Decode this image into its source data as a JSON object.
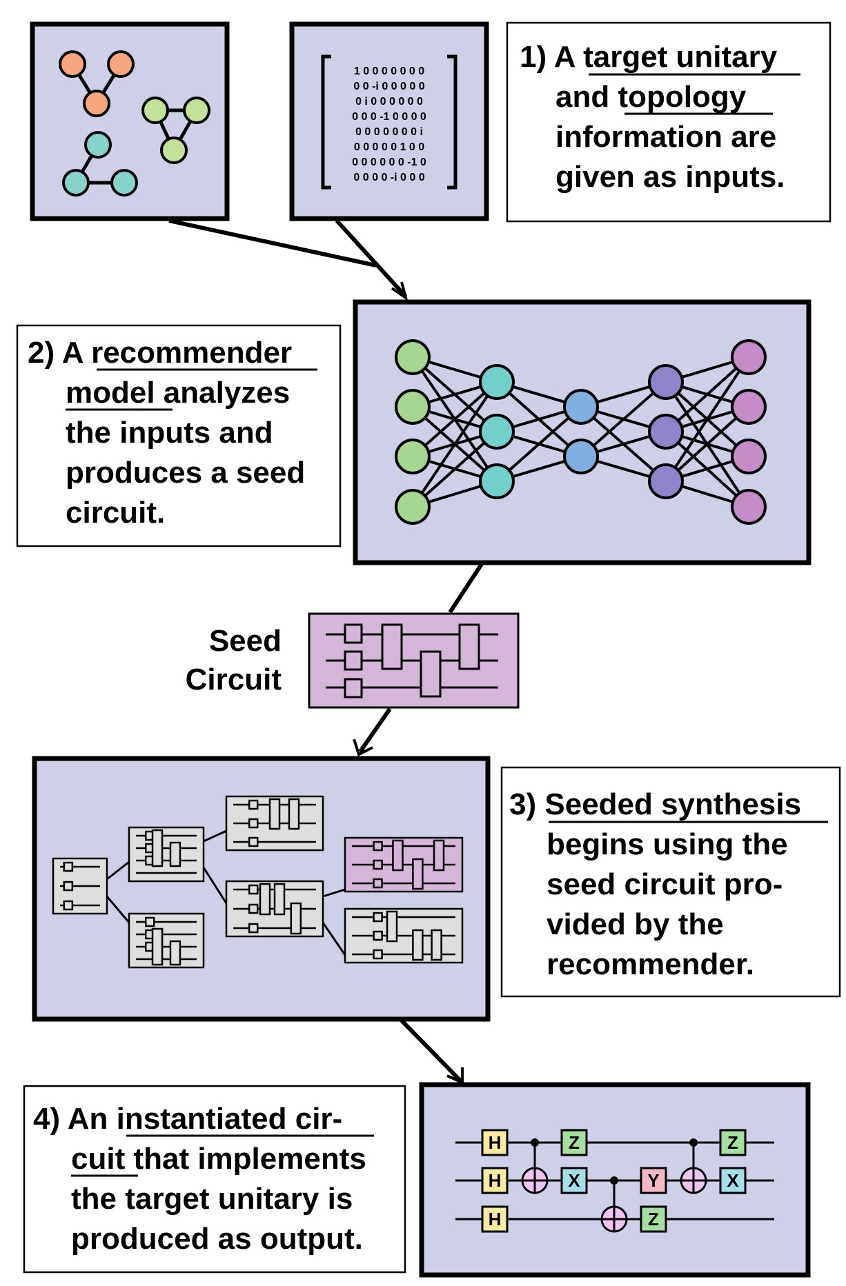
{
  "captions": {
    "step1": [
      "1) A target unitary",
      "and topology",
      "information are",
      "given as inputs."
    ],
    "step2": [
      "2) A recommender",
      "model analyzes",
      "the inputs and",
      "produces a seed",
      "circuit."
    ],
    "step3": [
      "3) Seeded synthesis",
      "begins using the",
      "seed circuit pro-",
      "vided by the",
      "recommender."
    ],
    "step4": [
      "4) An instantiated cir-",
      "cuit that implements",
      "the target unitary is",
      "produced as output."
    ]
  },
  "seed_label": [
    "Seed",
    "Circuit"
  ],
  "matrix_rows": [
    "1 0 0 0 0 0 0 0",
    "0 0 -i 0 0 0 0 0",
    "0 i 0 0 0 0 0 0",
    "0 0 0 -1 0 0 0 0",
    "0 0 0 0 0 0 0 i",
    "0 0 0 0 0 1 0 0",
    "0 0 0 0 0 0 -1 0",
    "0 0 0 0 -i 0 0 0"
  ],
  "gates": {
    "h": "H",
    "z": "Z",
    "x": "X",
    "y": "Y"
  },
  "colors": {
    "panel": "#cdd0e6",
    "seed": "#d4b6d8",
    "node_orange": "#f5a67c",
    "node_lightgreen": "#c4e19a",
    "node_teal": "#86d3cc",
    "nn_green": "#a5d690",
    "nn_teal": "#72cfc9",
    "nn_blue": "#7fb0e0",
    "nn_purple": "#8e84c9",
    "nn_pink": "#c68cc8",
    "gate_h": "#f9eb9e",
    "gate_z": "#a5dfa0",
    "gate_x": "#a5e0ea",
    "gate_y": "#f6b8c4",
    "cnot": "#f0c4f0"
  }
}
